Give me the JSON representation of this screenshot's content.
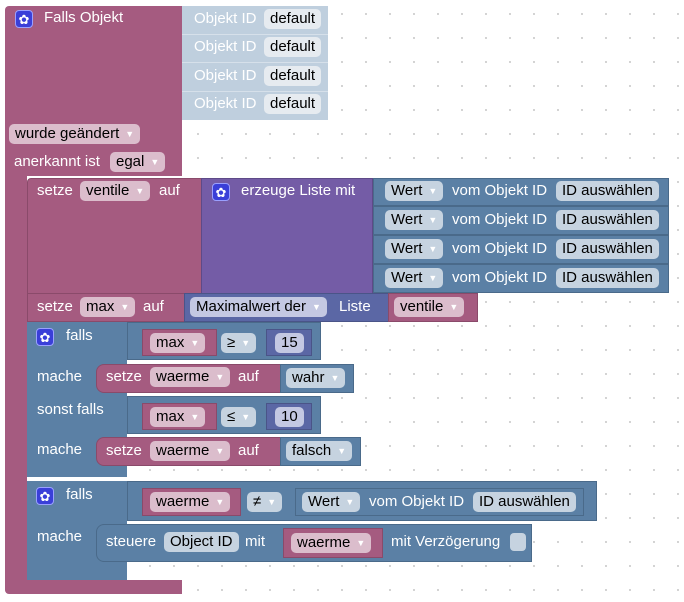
{
  "trigger": {
    "title": "Falls Objekt",
    "object_rows": [
      {
        "label": "Objekt ID",
        "value": "default"
      },
      {
        "label": "Objekt ID",
        "value": "default"
      },
      {
        "label": "Objekt ID",
        "value": "default"
      },
      {
        "label": "Objekt ID",
        "value": "default"
      }
    ],
    "condition": "wurde geändert",
    "ack_label": "anerkannt ist",
    "ack_value": "egal"
  },
  "set_ventile": {
    "prefix": "setze",
    "variable": "ventile",
    "suffix": "auf",
    "list_label": "erzeuge Liste mit",
    "items": [
      {
        "prop": "Wert",
        "label": "vom Objekt ID",
        "value": "ID auswählen"
      },
      {
        "prop": "Wert",
        "label": "vom Objekt ID",
        "value": "ID auswählen"
      },
      {
        "prop": "Wert",
        "label": "vom Objekt ID",
        "value": "ID auswählen"
      },
      {
        "prop": "Wert",
        "label": "vom Objekt ID",
        "value": "ID auswählen"
      }
    ]
  },
  "set_max": {
    "prefix": "setze",
    "variable": "max",
    "suffix": "auf",
    "func": "Maximalwert der",
    "list_label": "Liste",
    "list_var": "ventile"
  },
  "if1": {
    "if_label": "falls",
    "cond1": {
      "var": "max",
      "op": "≥",
      "value": "15"
    },
    "do_label": "mache",
    "do1": {
      "prefix": "setze",
      "var": "waerme",
      "suffix": "auf",
      "value": "wahr"
    },
    "elseif_label": "sonst falls",
    "cond2": {
      "var": "max",
      "op": "≤",
      "value": "10"
    },
    "do_label2": "mache",
    "do2": {
      "prefix": "setze",
      "var": "waerme",
      "suffix": "auf",
      "value": "falsch"
    }
  },
  "if2": {
    "if_label": "falls",
    "cond": {
      "var": "waerme",
      "op": "≠",
      "prop": "Wert",
      "label": "vom Objekt ID",
      "value": "ID auswählen"
    },
    "do_label": "mache",
    "control": {
      "prefix": "steuere",
      "object": "Object ID",
      "mit": "mit",
      "var": "waerme",
      "delay_label": "mit Verzögerung"
    }
  },
  "colors": {
    "procedure": "#a55b80",
    "list": "#745ca6",
    "logic": "#5b80a5",
    "math": "#5b67a5"
  }
}
